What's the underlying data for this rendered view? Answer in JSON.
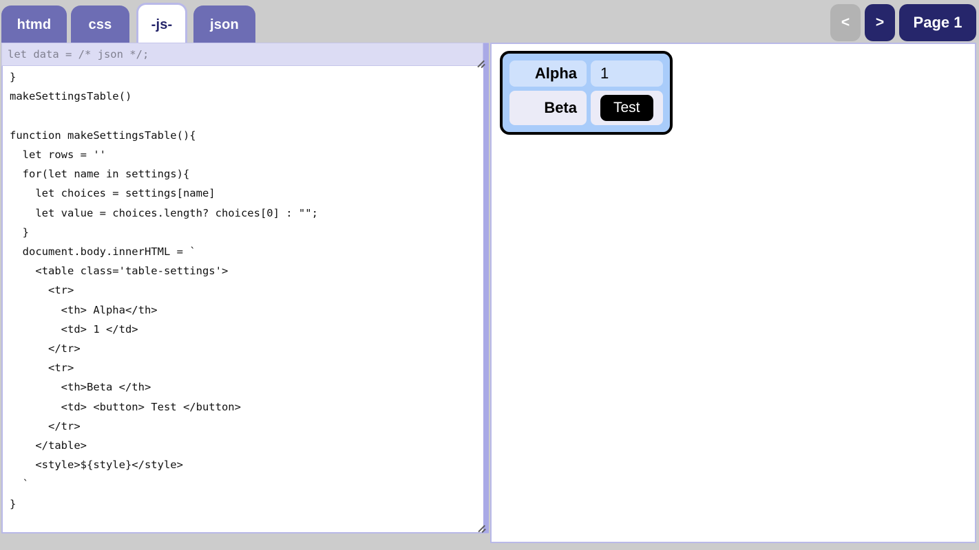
{
  "colors": {
    "background": "#cccccc",
    "tab_inactive": "#6d6db4",
    "tab_active_bg": "#ffffff",
    "tab_active_text": "#26266b",
    "pager_active": "#26266b",
    "pager_disabled": "#b3b3b3",
    "panel_border": "#b9b9e8",
    "placeholder_band": "#dcdcf4",
    "preview_table_bg": "#a9ccfa",
    "preview_row1_cell": "#cfe1fc",
    "preview_row2_cell": "#ebebf7",
    "button_black": "#000000"
  },
  "tabs": [
    {
      "label": "htmd",
      "active": false
    },
    {
      "label": "css",
      "active": false
    },
    {
      "label": "-js-",
      "active": true
    },
    {
      "label": "json",
      "active": false
    }
  ],
  "pager": {
    "prev_label": "<",
    "next_label": ">",
    "page_label": "Page 1"
  },
  "editor": {
    "placeholder": "let data = /* json */;",
    "code": "  'beta' : words('a b c d e')\n}\nmakeSettingsTable()\n\nfunction makeSettingsTable(){\n  let rows = ''\n  for(let name in settings){\n    let choices = settings[name]\n    let value = choices.length? choices[0] : \"\";\n  }\n  document.body.innerHTML = `\n    <table class='table-settings'>\n      <tr>\n        <th> Alpha</th>\n        <td> 1 </td>\n      </tr>\n      <tr>\n        <th>Beta </th>\n        <td> <button> Test </button>\n      </tr>\n    </table>\n    <style>${style}</style>\n  `\n}"
  },
  "preview": {
    "table": {
      "rows": [
        {
          "name": "Alpha",
          "value": "1",
          "kind": "text"
        },
        {
          "name": "Beta",
          "value": "Test",
          "kind": "button"
        }
      ]
    }
  }
}
